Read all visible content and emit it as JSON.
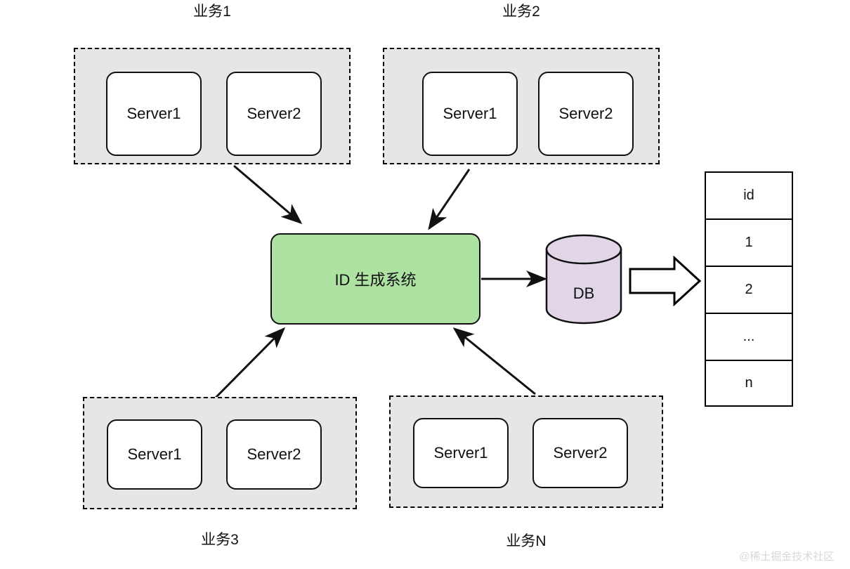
{
  "diagram": {
    "title": "ID generation system architecture",
    "colors": {
      "group_fill": "#E6E6E6",
      "group_border": "#000000",
      "server_fill": "#FFFFFF",
      "idgen_fill": "#AEE2A3",
      "db_fill": "#E1D5E7",
      "stroke": "#111111",
      "watermark": "#D8D8D8"
    },
    "groups": [
      {
        "id": "group-1",
        "label": "业务1",
        "label_position": "top",
        "servers": [
          "Server1",
          "Server2"
        ]
      },
      {
        "id": "group-2",
        "label": "业务2",
        "label_position": "top",
        "servers": [
          "Server1",
          "Server2"
        ]
      },
      {
        "id": "group-3",
        "label": "业务3",
        "label_position": "bottom",
        "servers": [
          "Server1",
          "Server2"
        ]
      },
      {
        "id": "group-n",
        "label": "业务N",
        "label_position": "bottom",
        "servers": [
          "Server1",
          "Server2"
        ]
      }
    ],
    "idgen": {
      "label": "ID 生成系统"
    },
    "database": {
      "label": "DB"
    },
    "table": {
      "header": "id",
      "rows": [
        "1",
        "2",
        "...",
        "n"
      ]
    },
    "watermark": "@稀土掘金技术社区"
  }
}
